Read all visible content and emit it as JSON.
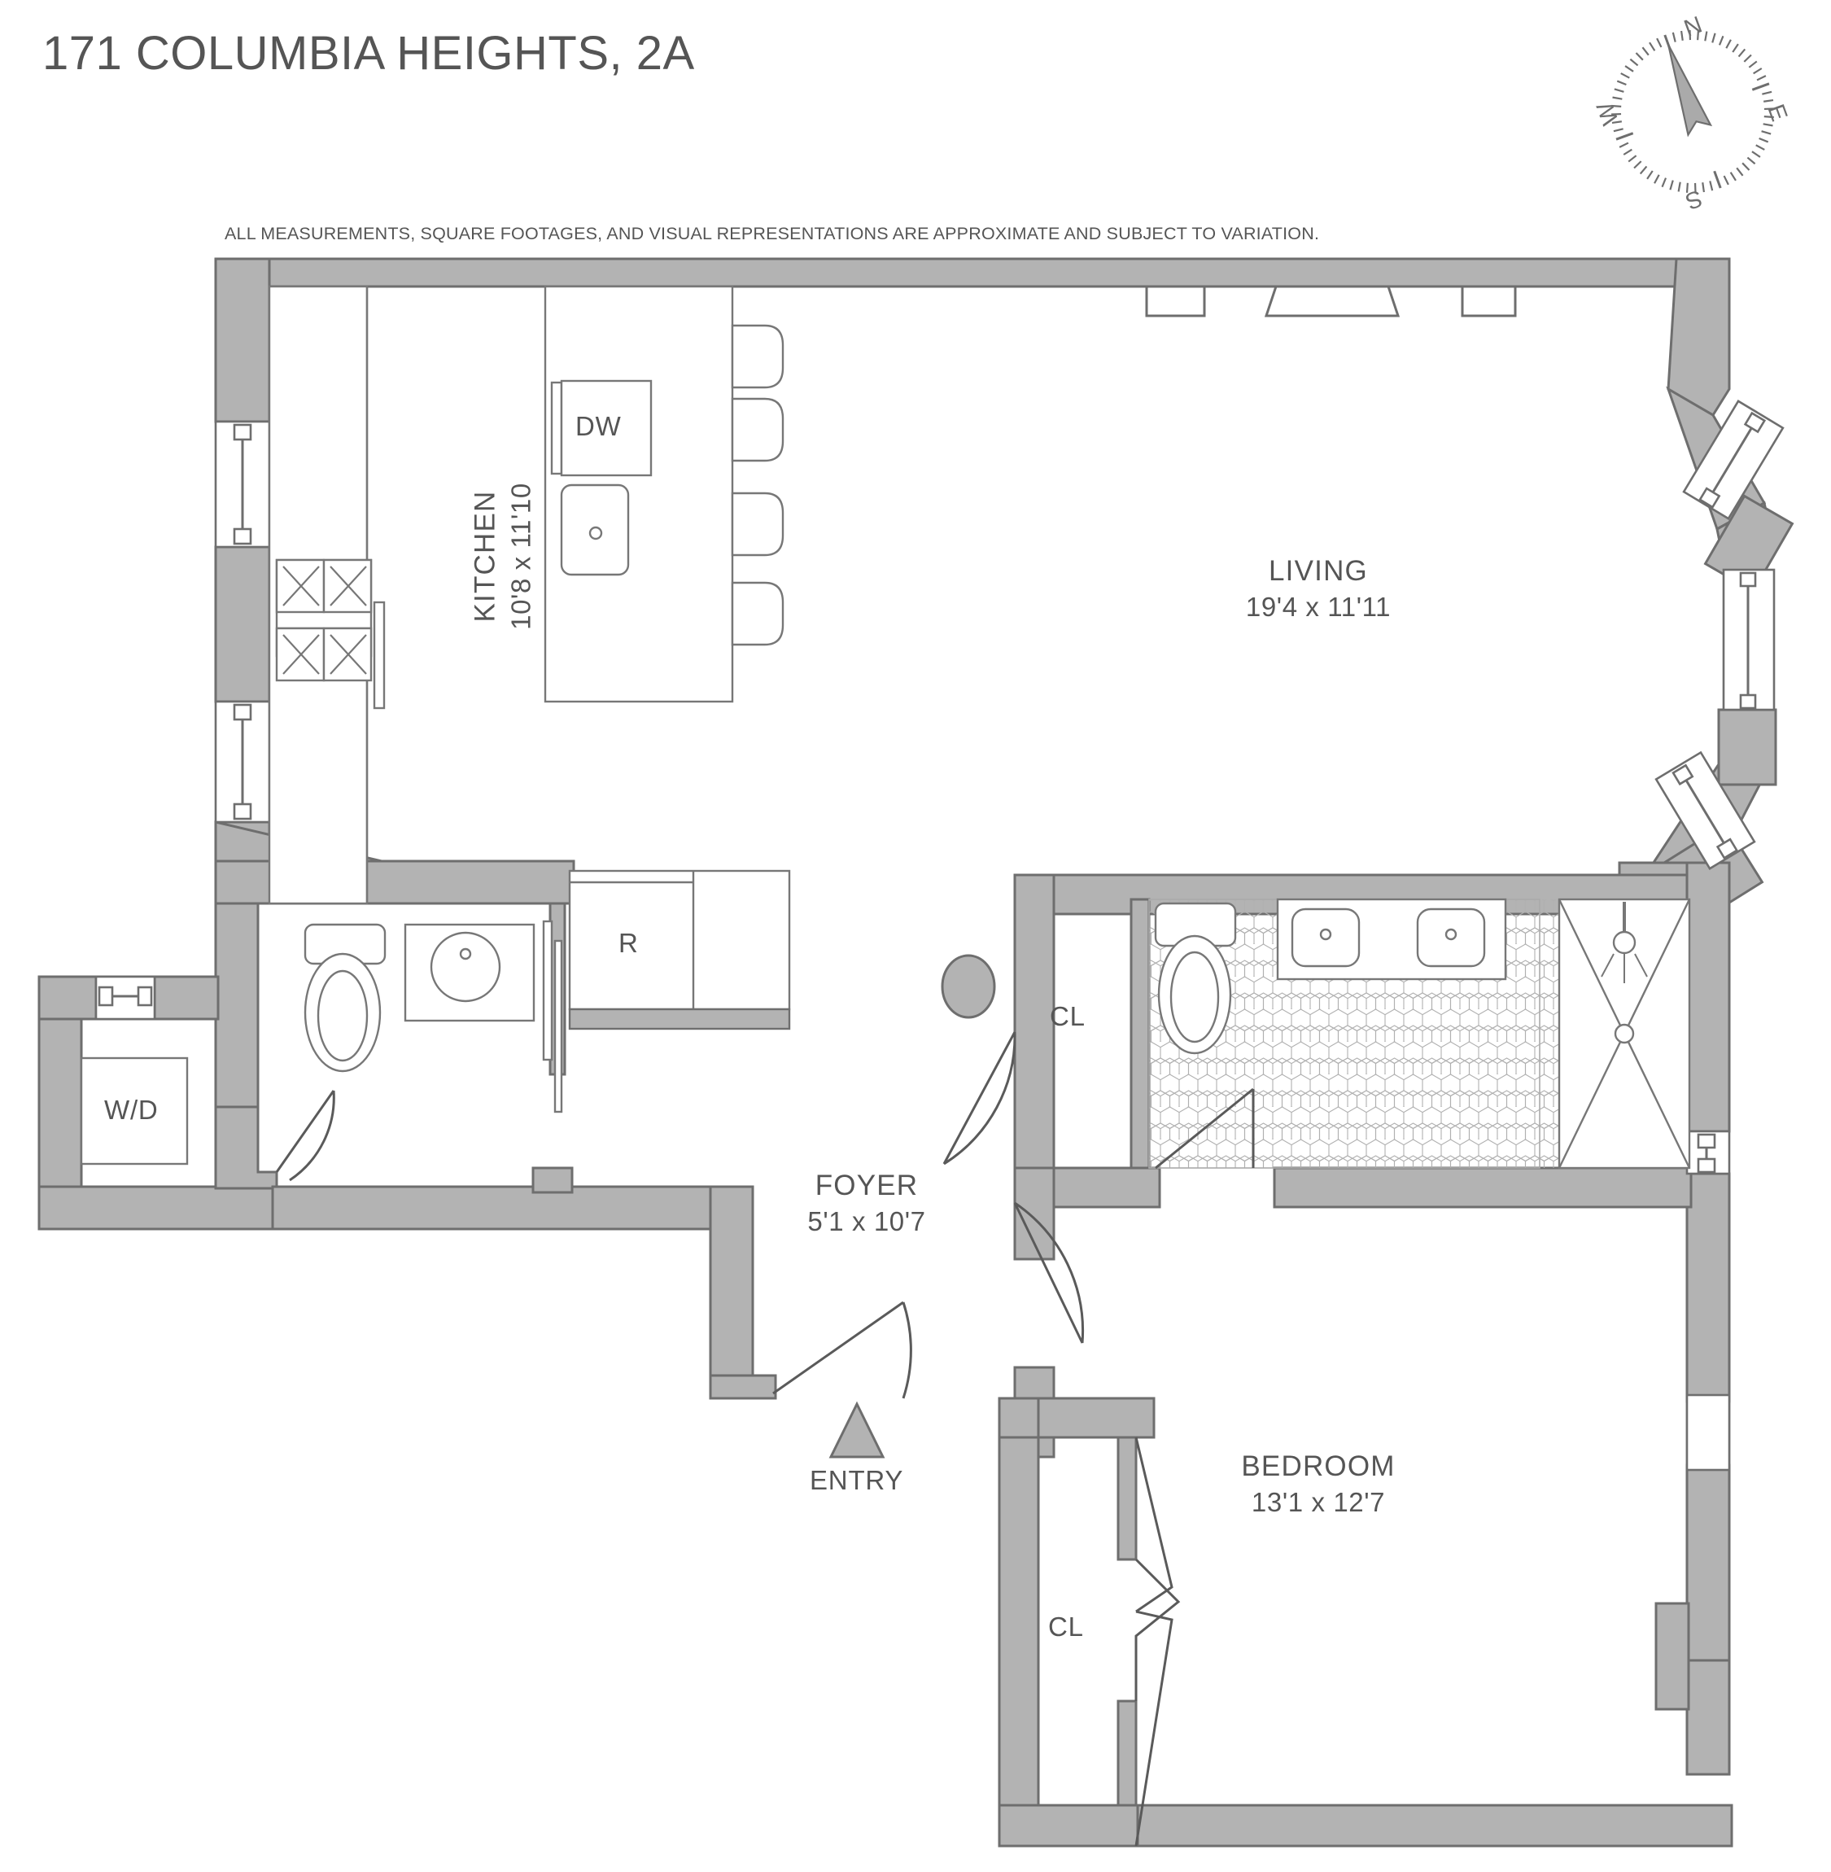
{
  "title": "171 COLUMBIA HEIGHTS, 2A",
  "disclaimer": "ALL MEASUREMENTS, SQUARE FOOTAGES, AND VISUAL REPRESENTATIONS ARE APPROXIMATE AND SUBJECT TO VARIATION.",
  "compass": {
    "name": "compass-rose",
    "north": "N",
    "east": "E",
    "south": "S",
    "west": "W"
  },
  "colors": {
    "wall_fill": "#b3b3b3",
    "wall_stroke": "#6e6e6e",
    "fixture_stroke": "#777777",
    "text": "#555555",
    "tile_stroke": "#aaaaaa",
    "background": "#ffffff"
  },
  "rooms": [
    {
      "id": "kitchen",
      "name": "KITCHEN",
      "dimensions": "10'8 x 11'10",
      "rotated": true
    },
    {
      "id": "living",
      "name": "LIVING",
      "dimensions": "19'4 x 11'11",
      "rotated": false
    },
    {
      "id": "foyer",
      "name": "FOYER",
      "dimensions": "5'1 x 10'7",
      "rotated": false
    },
    {
      "id": "bedroom",
      "name": "BEDROOM",
      "dimensions": "13'1 x 12'7",
      "rotated": false
    }
  ],
  "labels": {
    "dishwasher": "DW",
    "refrigerator": "R",
    "washer_dryer": "W/D",
    "closet_bath": "CL",
    "closet_bedroom": "CL",
    "entry": "ENTRY"
  },
  "fixtures": [
    {
      "name": "kitchen-island",
      "room": "kitchen"
    },
    {
      "name": "kitchen-sink",
      "room": "kitchen"
    },
    {
      "name": "dishwasher",
      "room": "kitchen"
    },
    {
      "name": "cooktop-four-burner",
      "room": "kitchen"
    },
    {
      "name": "bar-stool",
      "room": "kitchen",
      "count": 4
    },
    {
      "name": "refrigerator",
      "room": "kitchen"
    },
    {
      "name": "powder-toilet",
      "room": "powder-room"
    },
    {
      "name": "powder-sink",
      "room": "powder-room"
    },
    {
      "name": "washer-dryer",
      "room": "laundry"
    },
    {
      "name": "bath-toilet",
      "room": "bathroom"
    },
    {
      "name": "double-vanity",
      "room": "bathroom"
    },
    {
      "name": "shower",
      "room": "bathroom"
    },
    {
      "name": "hex-tile-floor",
      "room": "bathroom"
    },
    {
      "name": "structural-column",
      "room": "foyer"
    },
    {
      "name": "entry-arrow",
      "room": "foyer"
    }
  ]
}
